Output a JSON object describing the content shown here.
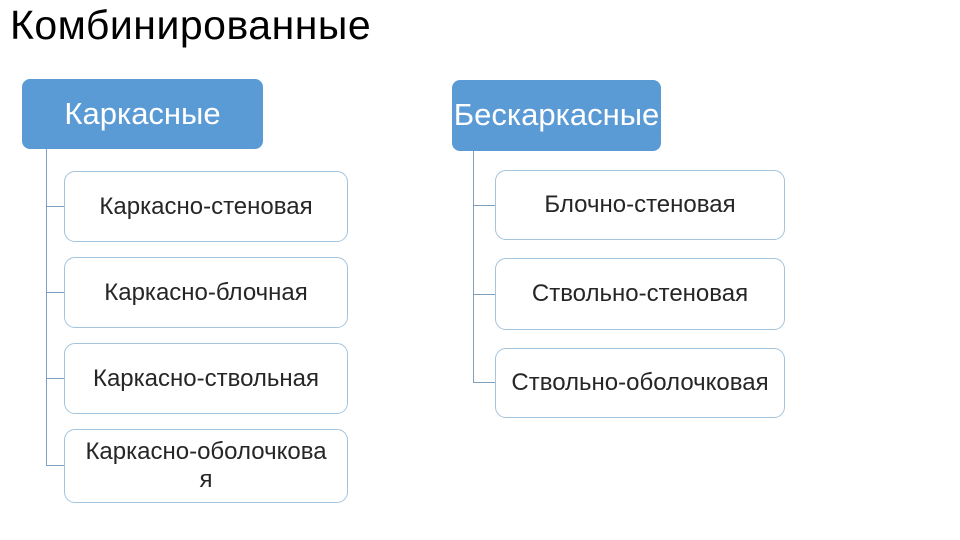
{
  "page": {
    "title": "Комбинированные"
  },
  "colors": {
    "title_text": "#000000",
    "header_fill": "#5B9BD5",
    "header_text": "#FFFFFF",
    "box_fill": "#FFFFFF",
    "box_border": "#A3C4DC",
    "box_text": "#262626",
    "connector": "#7F9FBE",
    "page_bg": "#FFFFFF"
  },
  "trees": [
    {
      "header": "Каркасные",
      "children": [
        "Каркасно-стеновая",
        "Каркасно-блочная",
        "Каркасно-ствольная",
        "Каркасно-оболочкова\nя"
      ]
    },
    {
      "header": "Бескаркасные",
      "children": [
        "Блочно-стеновая",
        "Ствольно-стеновая",
        "Ствольно-оболочковая"
      ]
    }
  ]
}
